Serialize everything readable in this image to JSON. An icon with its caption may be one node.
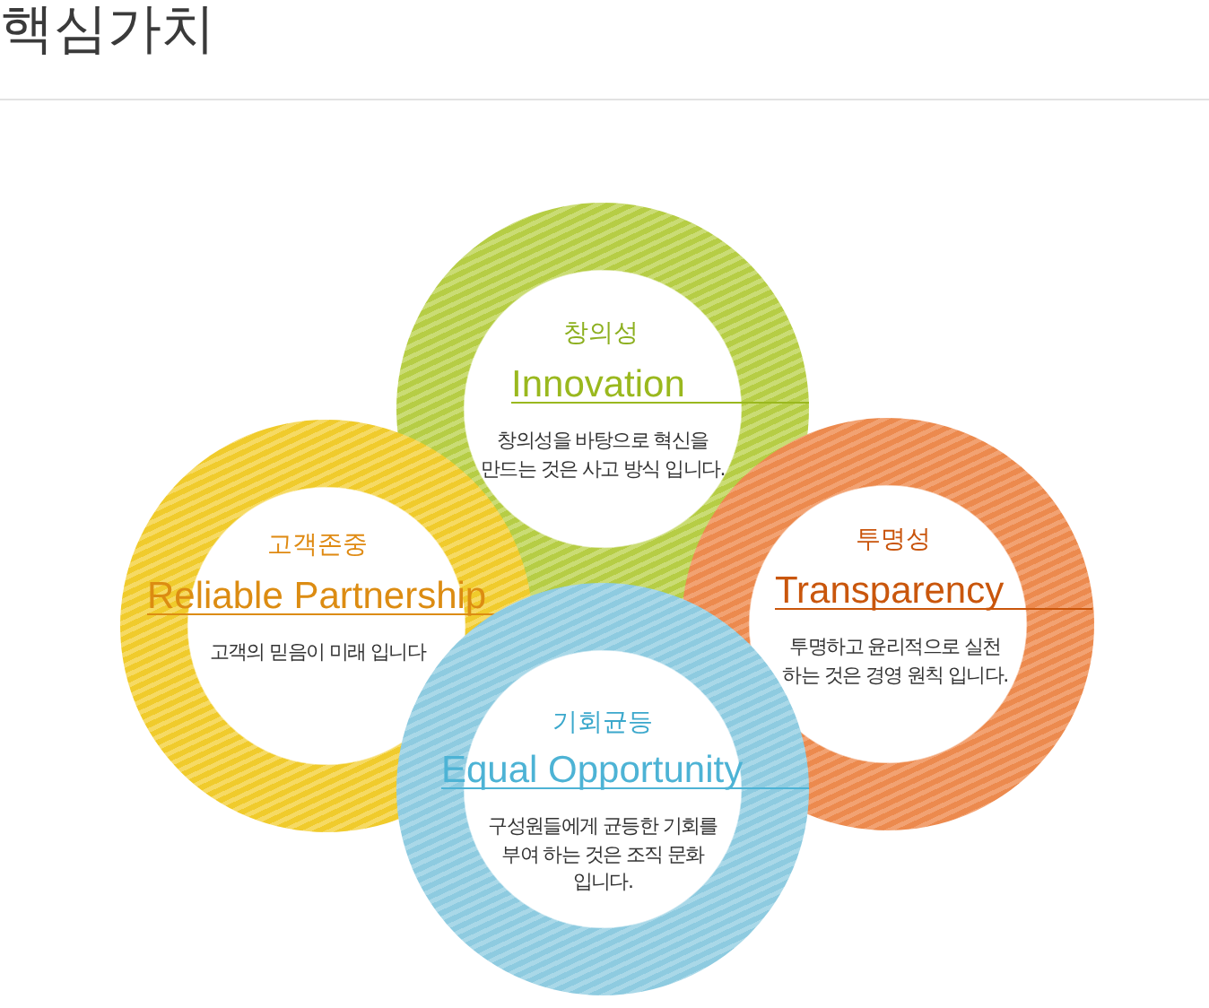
{
  "diagram": {
    "title": "핵심가치",
    "nodes": [
      {
        "text": [
          "창의성",
          "Innovation",
          "창의성을 바탕으로 혁신을 만드는 것은 사고 방식 입니다."
        ]
      },
      {
        "text": [
          "고객존중",
          "Reliable Partnership",
          "고객의 믿음이 미래 입니다"
        ]
      },
      {
        "text": [
          "투명성",
          "Transparency",
          "투명하고 윤리적으로 실천 하는 것은 경영 원칙 입니다."
        ]
      },
      {
        "text": [
          "기회균등",
          "Equal Opportunity",
          "구성원들에게 균등한 기회를 부여 하는 것은 조직 문화 입니다."
        ]
      }
    ]
  }
}
